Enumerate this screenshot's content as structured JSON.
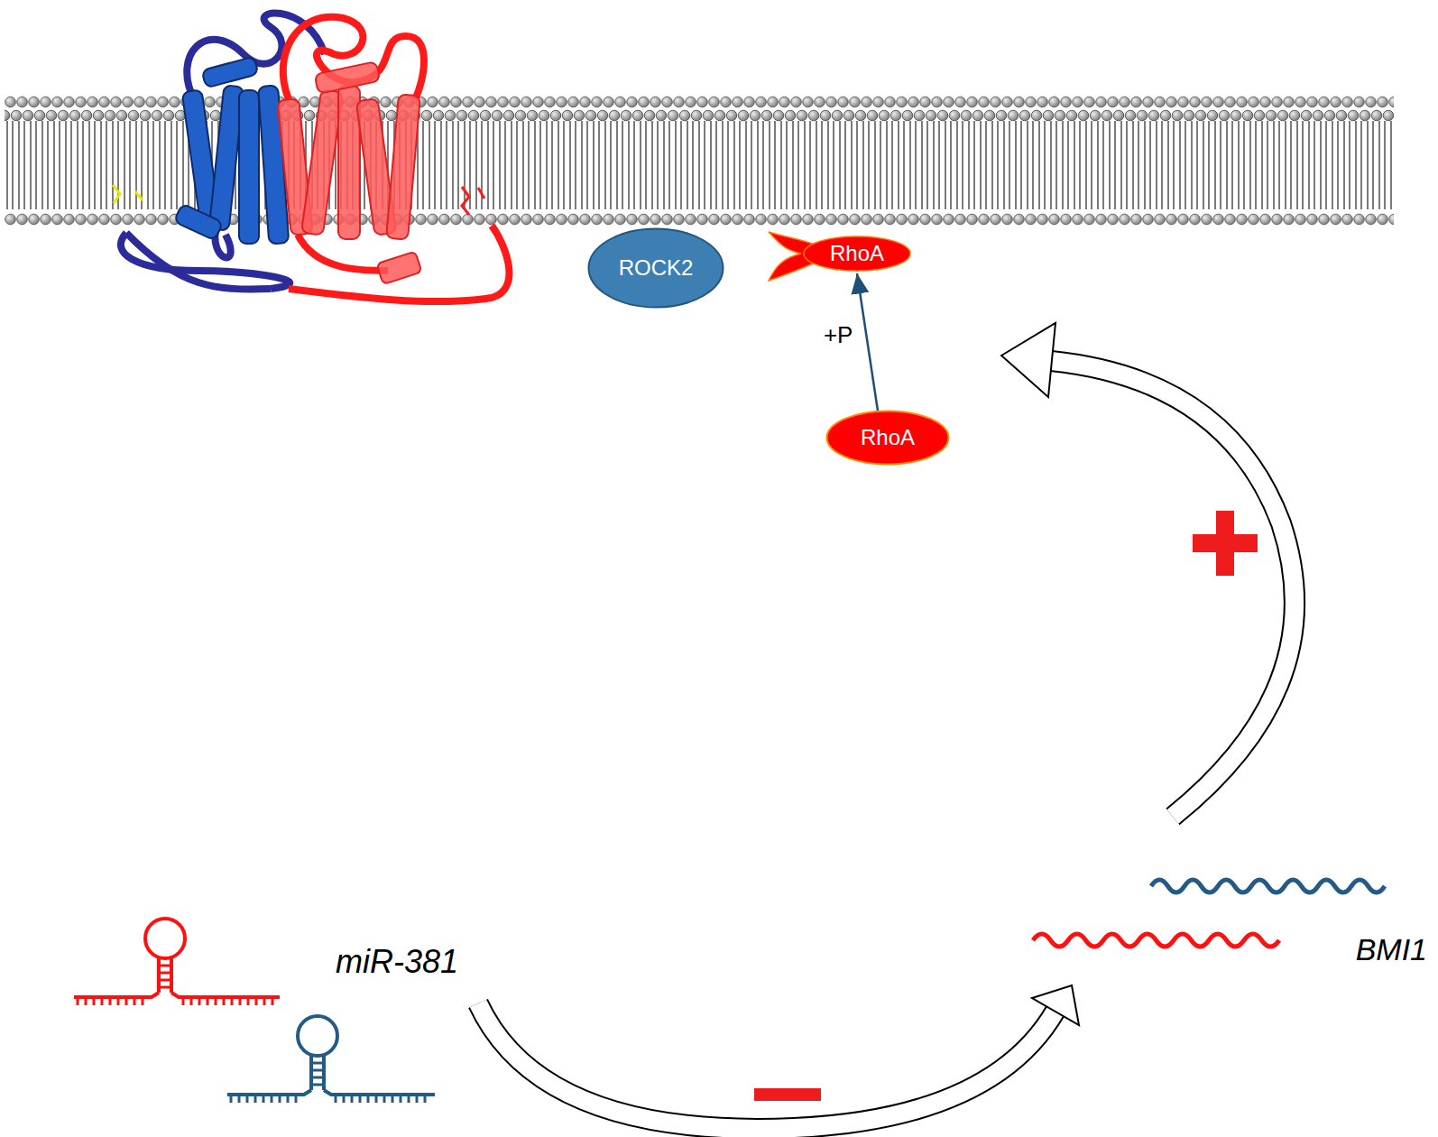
{
  "diagram": {
    "nodes": [
      {
        "text": [
          "ROCK2"
        ]
      },
      {
        "text": [
          "RhoA"
        ]
      },
      {
        "text": [
          "RhoA"
        ]
      }
    ],
    "edges": [
      {
        "from": 2,
        "to": 1,
        "label": "+P",
        "arrow": "to"
      }
    ],
    "labels": [
      "miR-381",
      "BMI1"
    ]
  }
}
